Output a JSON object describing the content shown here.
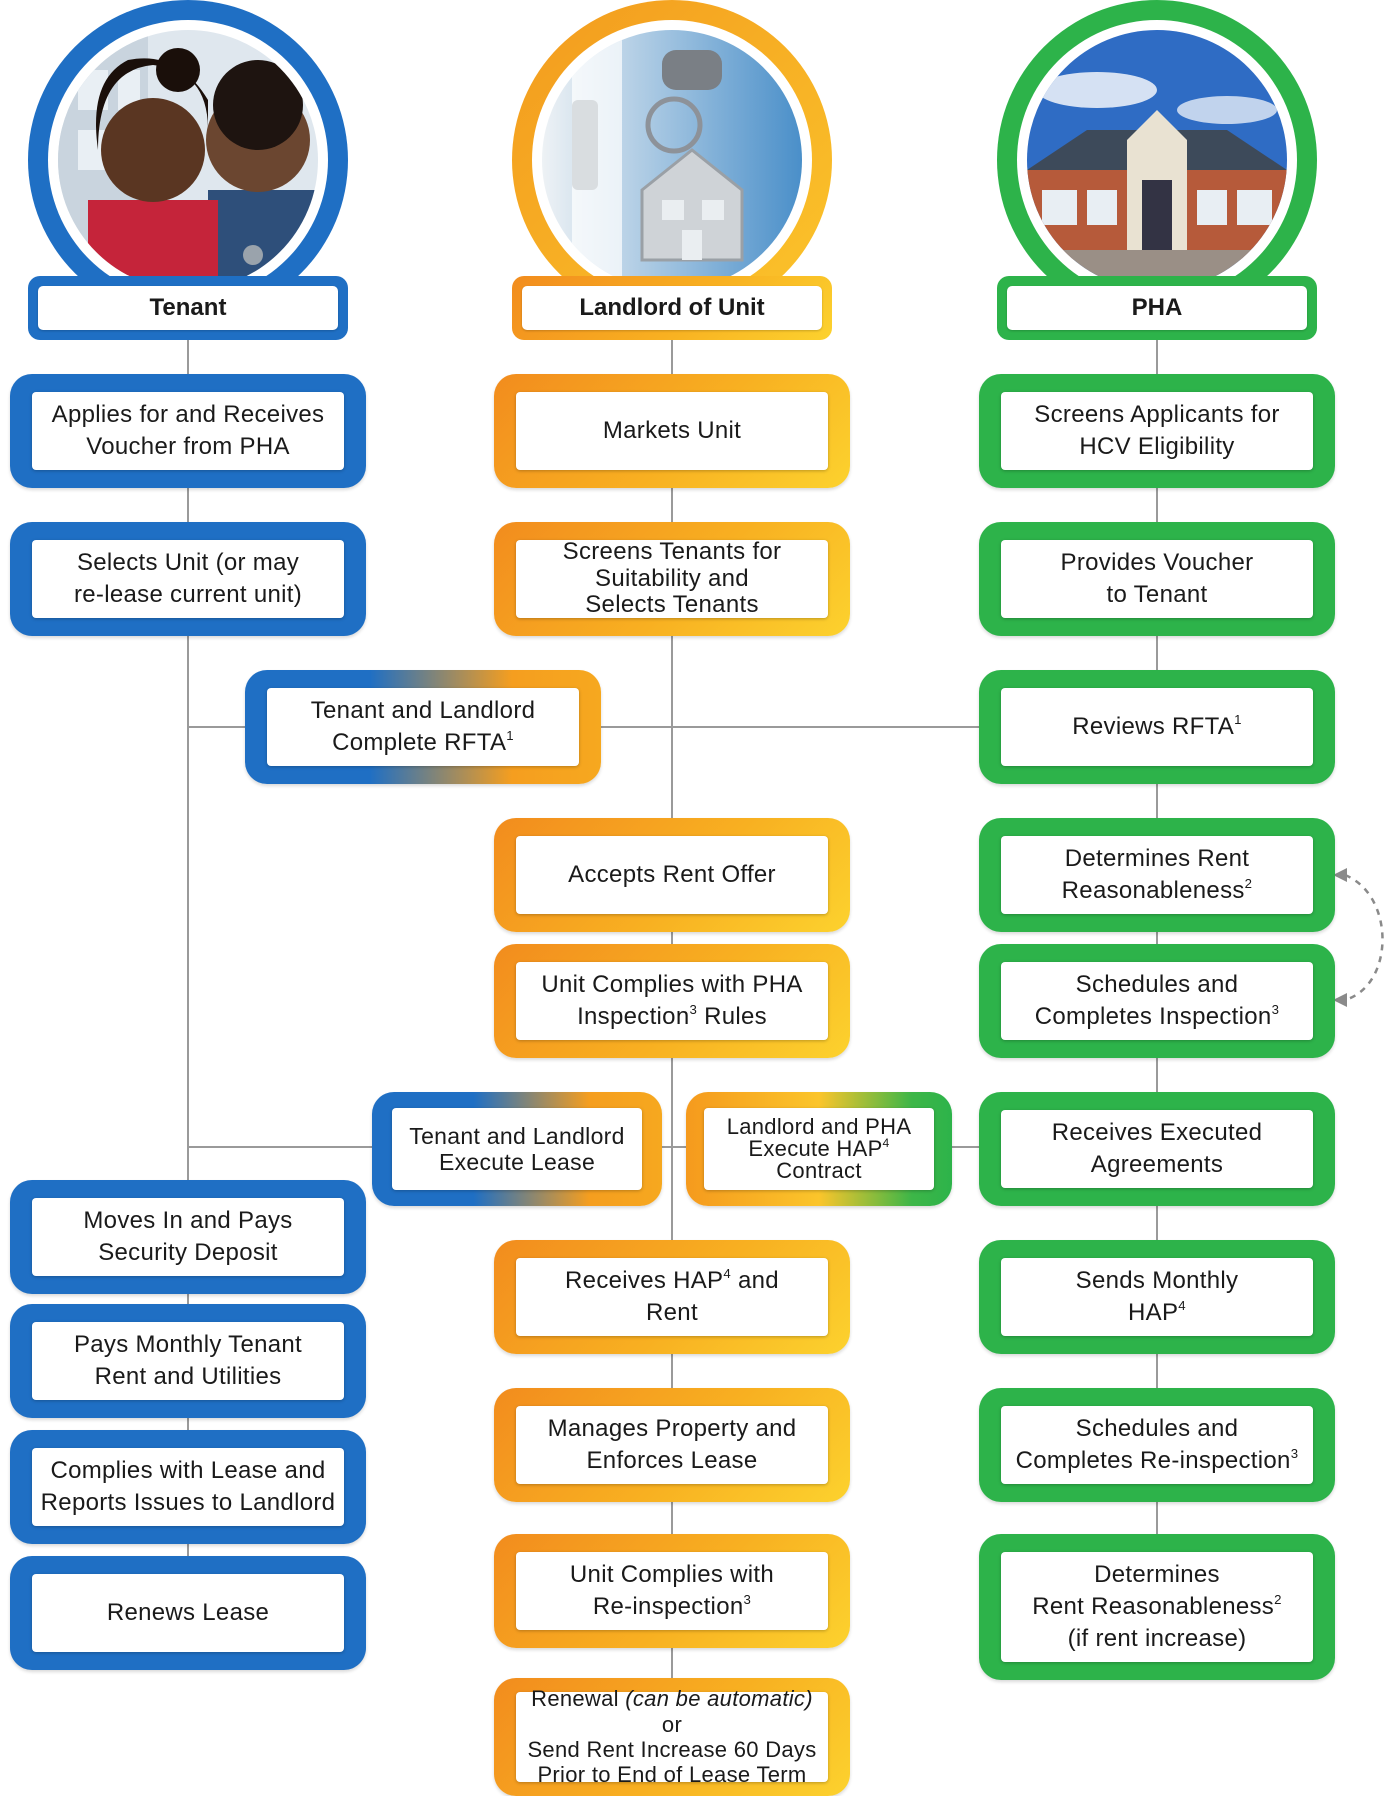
{
  "colors": {
    "tenant": "#1f6fc4",
    "landlord": "#f8b021",
    "pha": "#2db34a",
    "connector": "#9a9a9a"
  },
  "images": {
    "tenant": "photo of smiling couple receiving house keys",
    "landlord": "photo of key with house-shaped keychain in a door lock",
    "pha": "photo of a brick office building under blue sky"
  },
  "headers": {
    "tenant": "Tenant",
    "landlord": "Landlord of Unit",
    "pha": "PHA"
  },
  "tenant_steps": [
    "Applies for and Receives\nVoucher from PHA",
    "Selects Unit (or may\nre-lease current unit)",
    "Moves In and Pays\nSecurity Deposit",
    "Pays Monthly Tenant\nRent and Utilities",
    "Complies with Lease and\nReports Issues to Landlord",
    "Renews Lease"
  ],
  "landlord_steps": [
    "Markets Unit",
    "Screens Tenants for\nSuitability and\nSelects Tenants",
    "Accepts Rent Offer",
    [
      "Unit Complies with PHA\nInspection",
      "3",
      " Rules"
    ],
    [
      "Receives HAP",
      "4",
      " and\nRent"
    ],
    "Manages Property and\nEnforces Lease",
    [
      "Unit Complies with\nRe-inspection",
      "3",
      ""
    ],
    {
      "a": "Renewal ",
      "b": "(can be automatic)",
      "c": " or\nSend Rent Increase 60 Days\nPrior to End of Lease Term"
    }
  ],
  "pha_steps": [
    "Screens Applicants for\nHCV Eligibility",
    "Provides Voucher\nto Tenant",
    [
      "Reviews RFTA",
      "1",
      ""
    ],
    [
      "Determines Rent\nReasonableness",
      "2",
      ""
    ],
    [
      "Schedules and\nCompletes Inspection",
      "3",
      ""
    ],
    "Receives Executed\nAgreements",
    [
      "Sends Monthly\nHAP",
      "4",
      ""
    ],
    [
      "Schedules and\nCompletes Re-inspection",
      "3",
      ""
    ],
    [
      "Determines\nRent Reasonableness",
      "2",
      "\n(if rent increase)"
    ]
  ],
  "shared_steps": {
    "rfta": [
      "Tenant and Landlord\nComplete RFTA",
      "1",
      ""
    ],
    "lease": "Tenant and Landlord\nExecute Lease",
    "hap": [
      "Landlord and PHA\nExecute HAP",
      "4",
      "\nContract"
    ]
  }
}
